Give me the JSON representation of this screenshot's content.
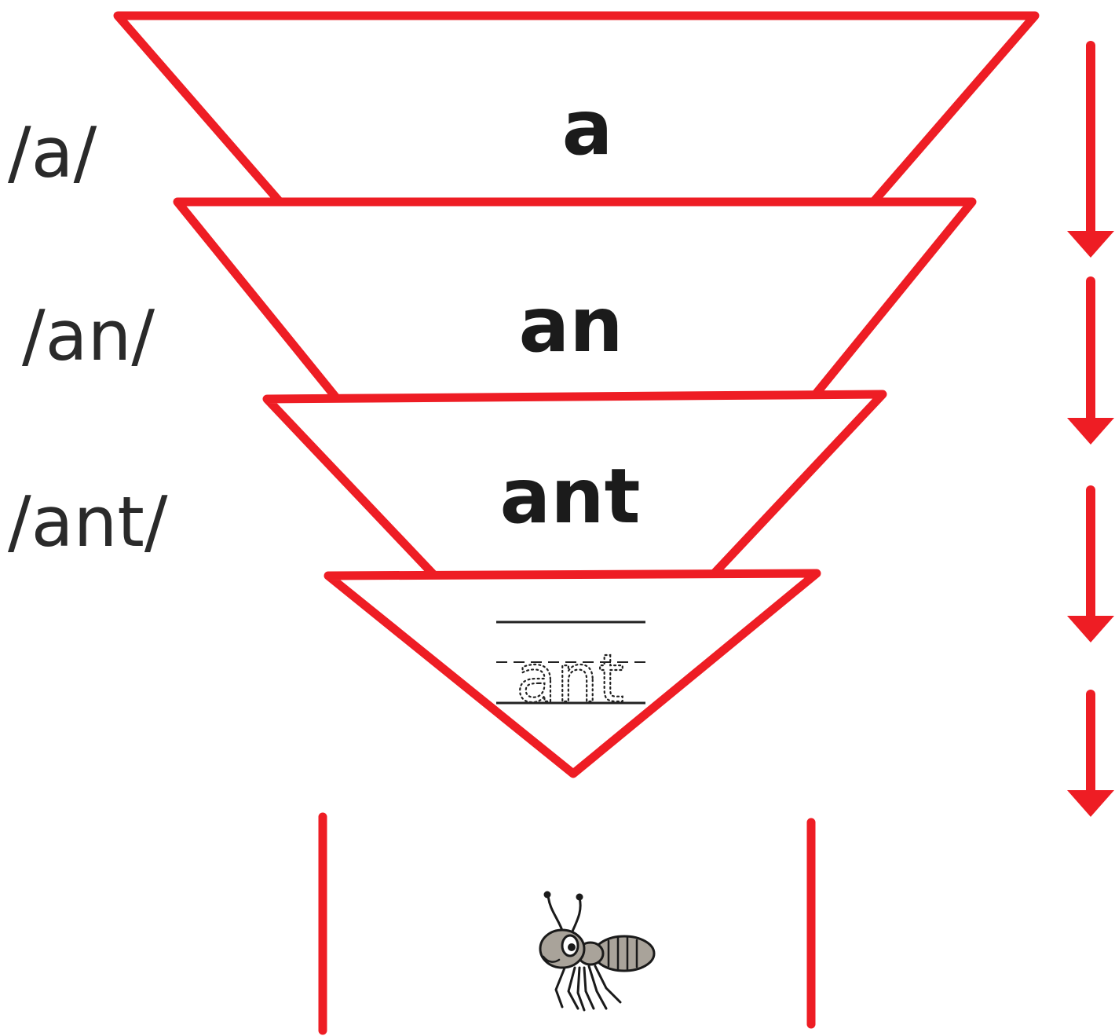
{
  "worksheet": {
    "accent_color": "#ee1d24",
    "text_color": "#1b1b1b",
    "levels": [
      {
        "phoneme": "/a/",
        "word": "a"
      },
      {
        "phoneme": "/an/",
        "word": "an"
      },
      {
        "phoneme": "/ant/",
        "word": "ant"
      }
    ],
    "trace_word": "ant",
    "picture": "ant-icon",
    "arrow_icon": "down-arrow-icon",
    "arrow_count": 4
  }
}
